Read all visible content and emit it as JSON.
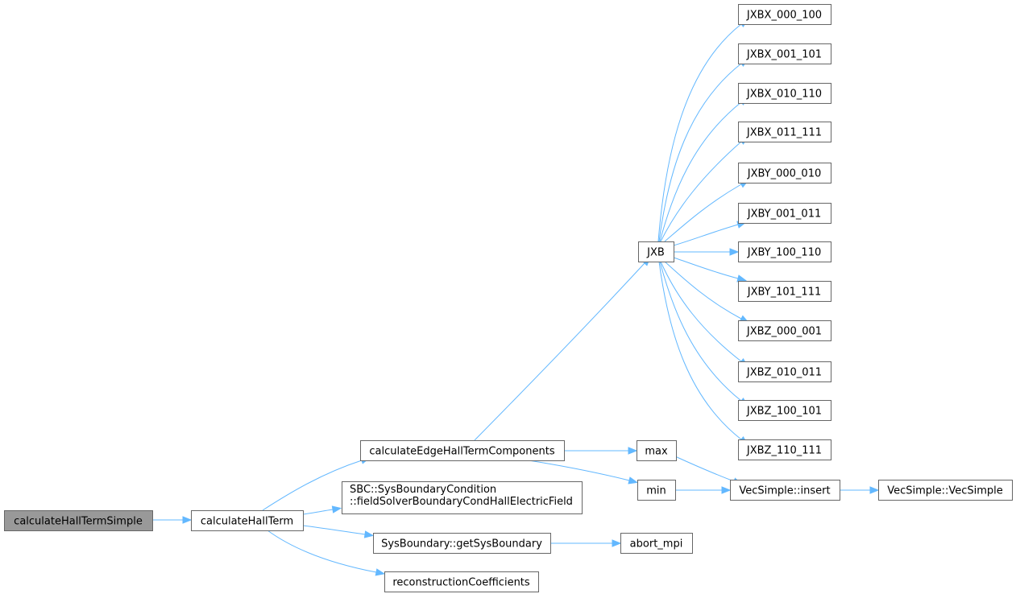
{
  "graph": {
    "colors": {
      "edge": "#63b8ff",
      "node_fill": "#ffffff",
      "node_border": "#666666",
      "root_fill": "#999999",
      "text": "#000000"
    },
    "nodes": [
      {
        "id": "calculateHallTermSimple",
        "lines": [
          "calculateHallTermSimple"
        ],
        "root": true
      },
      {
        "id": "calculateHallTerm",
        "lines": [
          "calculateHallTerm"
        ]
      },
      {
        "id": "calculateEdgeHallTermComponents",
        "lines": [
          "calculateEdgeHallTermComponents"
        ]
      },
      {
        "id": "fieldSolverBoundaryCondHallElectricField",
        "lines": [
          "SBC::SysBoundaryCondition",
          "::fieldSolverBoundaryCondHallElectricField"
        ]
      },
      {
        "id": "getSysBoundary",
        "lines": [
          "SysBoundary::getSysBoundary"
        ]
      },
      {
        "id": "reconstructionCoefficients",
        "lines": [
          "reconstructionCoefficients"
        ]
      },
      {
        "id": "JXB",
        "lines": [
          "JXB"
        ]
      },
      {
        "id": "max",
        "lines": [
          "max"
        ]
      },
      {
        "id": "min",
        "lines": [
          "min"
        ]
      },
      {
        "id": "abort_mpi",
        "lines": [
          "abort_mpi"
        ]
      },
      {
        "id": "insert",
        "lines": [
          "VecSimple::insert"
        ]
      },
      {
        "id": "VecSimple",
        "lines": [
          "VecSimple::VecSimple"
        ]
      },
      {
        "id": "JXBX_000_100",
        "lines": [
          "JXBX_000_100"
        ]
      },
      {
        "id": "JXBX_001_101",
        "lines": [
          "JXBX_001_101"
        ]
      },
      {
        "id": "JXBX_010_110",
        "lines": [
          "JXBX_010_110"
        ]
      },
      {
        "id": "JXBX_011_111",
        "lines": [
          "JXBX_011_111"
        ]
      },
      {
        "id": "JXBY_000_010",
        "lines": [
          "JXBY_000_010"
        ]
      },
      {
        "id": "JXBY_001_011",
        "lines": [
          "JXBY_001_011"
        ]
      },
      {
        "id": "JXBY_100_110",
        "lines": [
          "JXBY_100_110"
        ]
      },
      {
        "id": "JXBY_101_111",
        "lines": [
          "JXBY_101_111"
        ]
      },
      {
        "id": "JXBZ_000_001",
        "lines": [
          "JXBZ_000_001"
        ]
      },
      {
        "id": "JXBZ_010_011",
        "lines": [
          "JXBZ_010_011"
        ]
      },
      {
        "id": "JXBZ_100_101",
        "lines": [
          "JXBZ_100_101"
        ]
      },
      {
        "id": "JXBZ_110_111",
        "lines": [
          "JXBZ_110_111"
        ]
      }
    ],
    "edges": [
      [
        "calculateHallTermSimple",
        "calculateHallTerm"
      ],
      [
        "calculateHallTerm",
        "calculateEdgeHallTermComponents"
      ],
      [
        "calculateHallTerm",
        "fieldSolverBoundaryCondHallElectricField"
      ],
      [
        "calculateHallTerm",
        "getSysBoundary"
      ],
      [
        "calculateHallTerm",
        "reconstructionCoefficients"
      ],
      [
        "calculateEdgeHallTermComponents",
        "JXB"
      ],
      [
        "calculateEdgeHallTermComponents",
        "max"
      ],
      [
        "calculateEdgeHallTermComponents",
        "min"
      ],
      [
        "getSysBoundary",
        "abort_mpi"
      ],
      [
        "max",
        "insert"
      ],
      [
        "min",
        "insert"
      ],
      [
        "insert",
        "VecSimple"
      ],
      [
        "JXB",
        "JXBX_000_100"
      ],
      [
        "JXB",
        "JXBX_001_101"
      ],
      [
        "JXB",
        "JXBX_010_110"
      ],
      [
        "JXB",
        "JXBX_011_111"
      ],
      [
        "JXB",
        "JXBY_000_010"
      ],
      [
        "JXB",
        "JXBY_001_011"
      ],
      [
        "JXB",
        "JXBY_100_110"
      ],
      [
        "JXB",
        "JXBY_101_111"
      ],
      [
        "JXB",
        "JXBZ_000_001"
      ],
      [
        "JXB",
        "JXBZ_010_011"
      ],
      [
        "JXB",
        "JXBZ_100_101"
      ],
      [
        "JXB",
        "JXBZ_110_111"
      ]
    ]
  }
}
